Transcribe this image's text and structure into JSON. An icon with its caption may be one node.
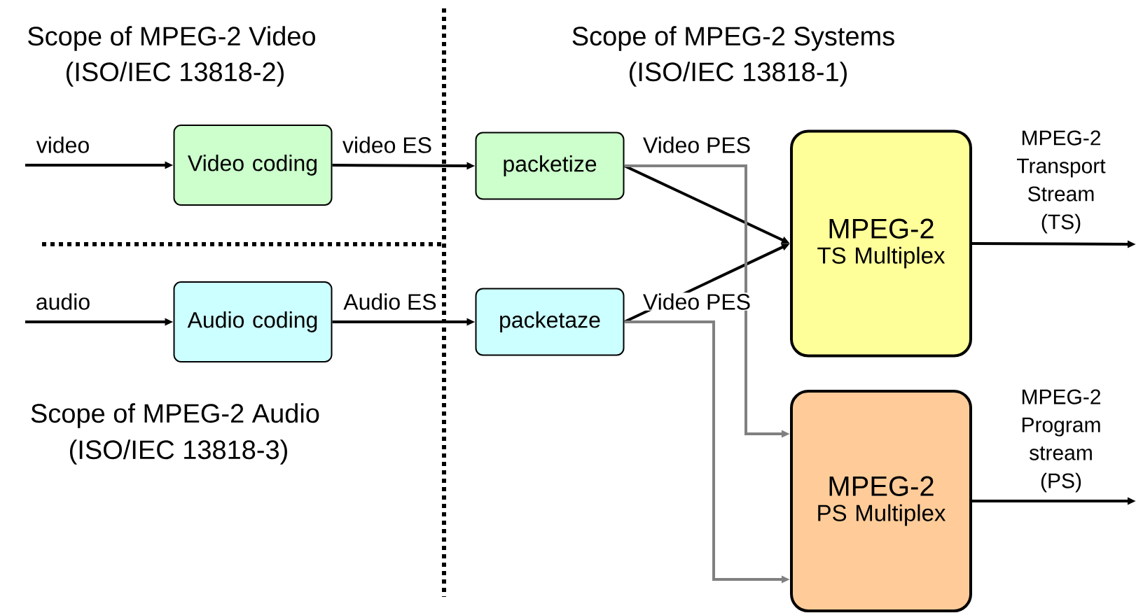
{
  "diagram": {
    "nodes": [
      {
        "text": [
          "Video coding"
        ]
      },
      {
        "text": [
          "Audio coding"
        ]
      },
      {
        "text": [
          "packetize"
        ]
      },
      {
        "text": [
          "packetaze"
        ]
      },
      {
        "text": [
          "MPEG-2",
          "TS Multiplex"
        ]
      },
      {
        "text": [
          "MPEG-2",
          "PS Multiplex"
        ]
      }
    ],
    "edges": [
      {
        "from": null,
        "to": 0,
        "arrow": "to",
        "label": "video"
      },
      {
        "from": null,
        "to": 1,
        "arrow": "to",
        "label": "audio"
      },
      {
        "from": 0,
        "to": 2,
        "arrow": "to",
        "label": "video ES"
      },
      {
        "from": 1,
        "to": 3,
        "arrow": "to",
        "label": "Audio ES"
      },
      {
        "from": 2,
        "to": 4,
        "arrow": "to",
        "label": "Video PES"
      },
      {
        "from": 3,
        "to": 4,
        "arrow": "to",
        "label": "Video PES"
      },
      {
        "from": 2,
        "to": 5,
        "arrow": "to",
        "color": "#808080"
      },
      {
        "from": 3,
        "to": 5,
        "arrow": "to",
        "color": "#808080"
      },
      {
        "from": 4,
        "to": null,
        "arrow": "to",
        "label": "MPEG-2 Transport Stream (TS)"
      },
      {
        "from": 5,
        "to": null,
        "arrow": "to",
        "label": "MPEG-2 Program stream (PS)"
      }
    ],
    "labels": [
      "Scope of MPEG-2 Video",
      "(ISO/IEC 13818-2)",
      "Scope of MPEG-2 Systems",
      "(ISO/IEC 13818-1)",
      "Scope of MPEG-2 Audio",
      "(ISO/IEC 13818-3)"
    ]
  }
}
